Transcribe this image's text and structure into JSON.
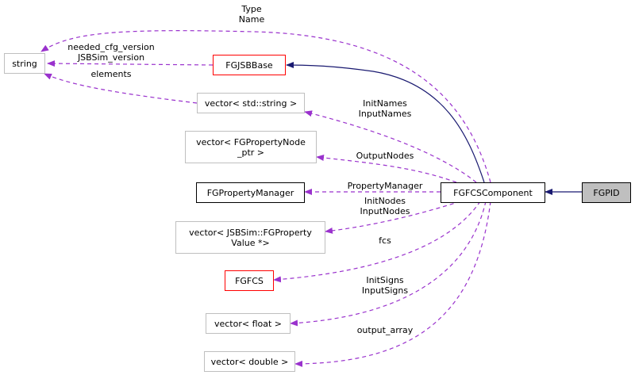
{
  "colors": {
    "inherit_edge": "#191970",
    "usage_edge": "#9a32cd",
    "border_normal": "#bfbfbf",
    "border_red": "#ff0000",
    "border_black": "#000000",
    "focus_fill": "#bfbfbf"
  },
  "nodes": {
    "string": "string",
    "fgjsbbase": "FGJSBBase",
    "vector_string": "vector< std::string >",
    "vector_property_node": "vector< FGPropertyNode\n_ptr >",
    "fgpropertymanager": "FGPropertyManager",
    "vector_property_value": "vector< JSBSim::FGProperty\nValue *>",
    "fgfcs": "FGFCS",
    "vector_float": "vector< float >",
    "vector_double": "vector< double >",
    "fgfcscomponent": "FGFCSComponent",
    "fgpid": "FGPID"
  },
  "edge_labels": {
    "type_name": "Type\nName",
    "cfg_version": "needed_cfg_version\nJSBSim_version",
    "elements": "elements",
    "init_names": "InitNames\nInputNames",
    "output_nodes": "OutputNodes",
    "property_manager": "PropertyManager",
    "init_nodes": "InitNodes\nInputNodes",
    "fcs": "fcs",
    "init_signs": "InitSigns\nInputSigns",
    "output_array": "output_array"
  }
}
